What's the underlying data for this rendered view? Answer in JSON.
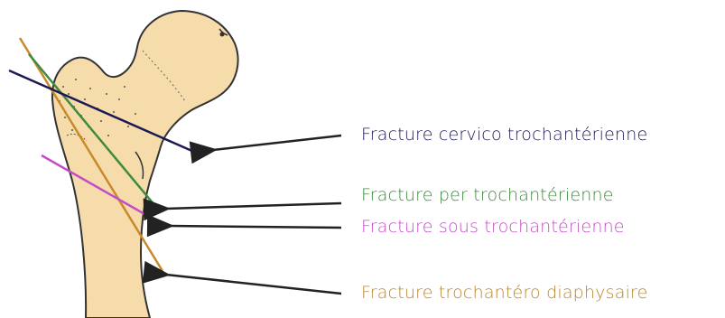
{
  "labels": {
    "cervico": "Fracture cervico trochantérienne",
    "per": "Fracture per trochantérienne",
    "sous": "Fracture sous trochantérienne",
    "diaph": "Fracture trochantéro diaphysaire"
  },
  "colors": {
    "bone_fill": "#f7dcab",
    "bone_outline": "#333333",
    "cervico": "#1c1a55",
    "per": "#3e8a3e",
    "sous": "#c44cc8",
    "diaph": "#c9892a",
    "arrow": "#222222"
  }
}
